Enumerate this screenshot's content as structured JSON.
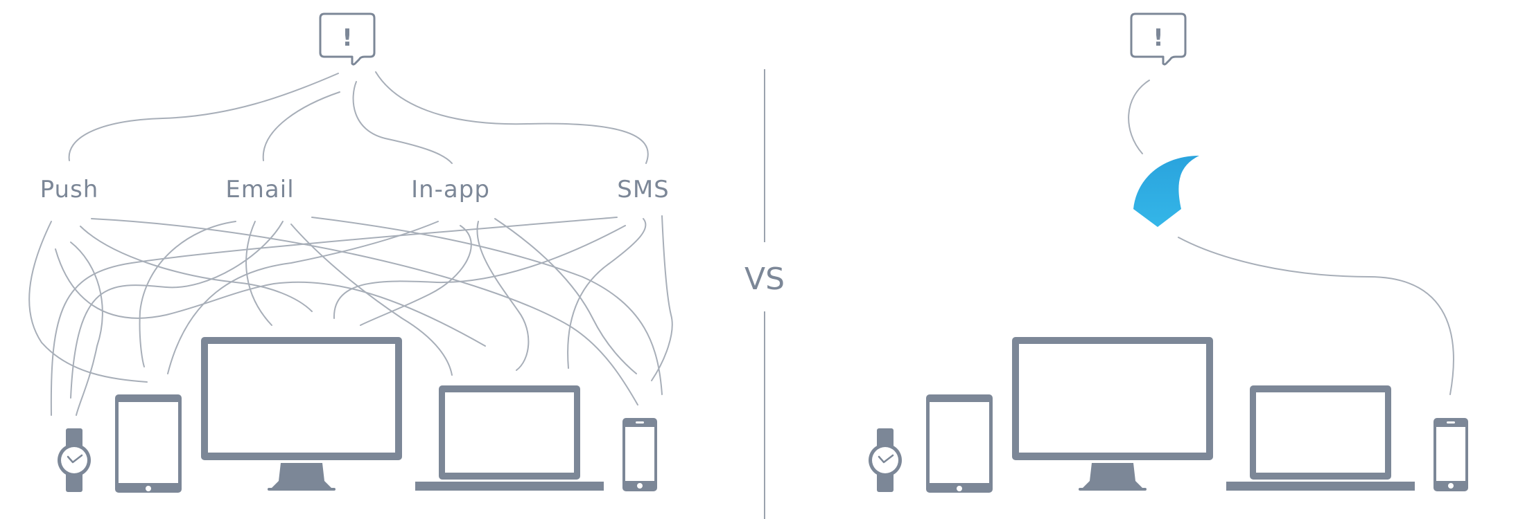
{
  "left_panel": {
    "channels": {
      "push": "Push",
      "email": "Email",
      "in_app": "In-app",
      "sms": "SMS"
    },
    "alert_symbol": "!"
  },
  "divider": {
    "label": "VS"
  },
  "right_panel": {
    "alert_symbol": "!",
    "logo": {
      "name": "blue-shark-fin-logo",
      "color": "#29a8e0"
    }
  },
  "devices": [
    "watch-icon",
    "tablet-icon",
    "desktop-monitor-icon",
    "laptop-icon",
    "phone-icon"
  ],
  "colors": {
    "device": "#7c8797",
    "wire": "#a7aeb8",
    "label": "#7c8797",
    "logo": "#29a8e0"
  }
}
